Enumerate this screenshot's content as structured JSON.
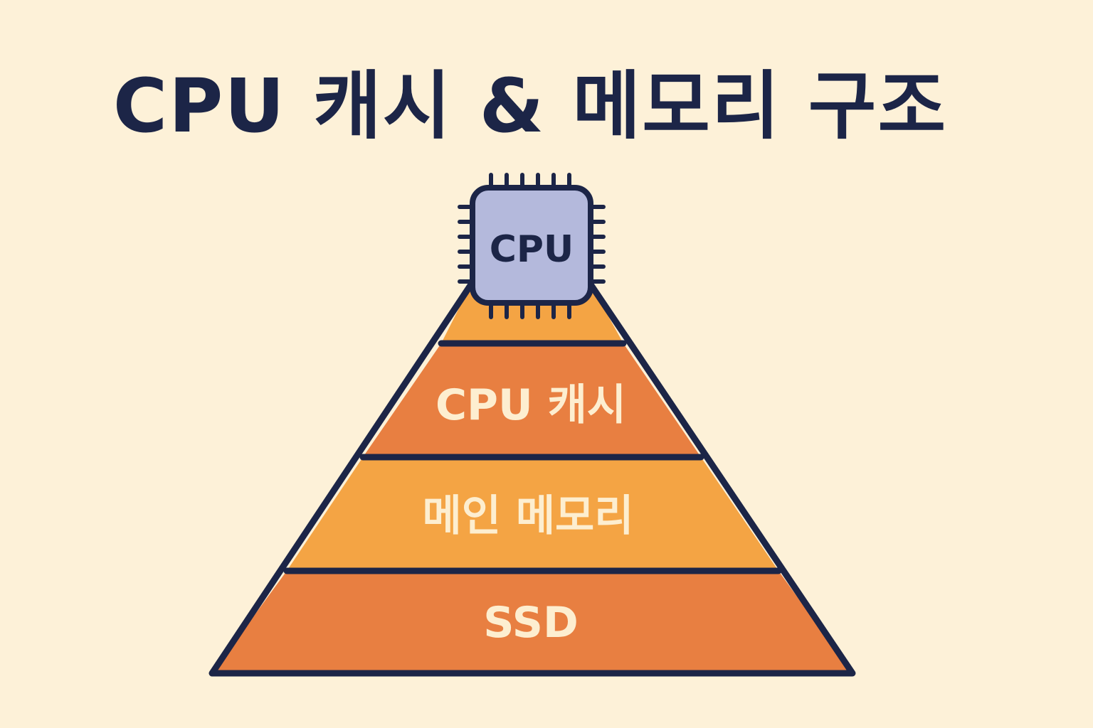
{
  "title": "CPU 캐시 & 메모리 구조",
  "cpu_chip": {
    "label": "CPU",
    "icon": "cpu-chip-icon"
  },
  "tiers": [
    {
      "label": "",
      "color": "#f4a444"
    },
    {
      "label": "CPU 캐시",
      "color": "#e87f41"
    },
    {
      "label": "메인 메모리",
      "color": "#f4a444"
    },
    {
      "label": "SSD",
      "color": "#e87f41"
    }
  ],
  "colors": {
    "background": "#fdf1d8",
    "outline": "#1c2547",
    "chip_fill": "#b4b9dc",
    "label_text": "#fdeed0"
  }
}
